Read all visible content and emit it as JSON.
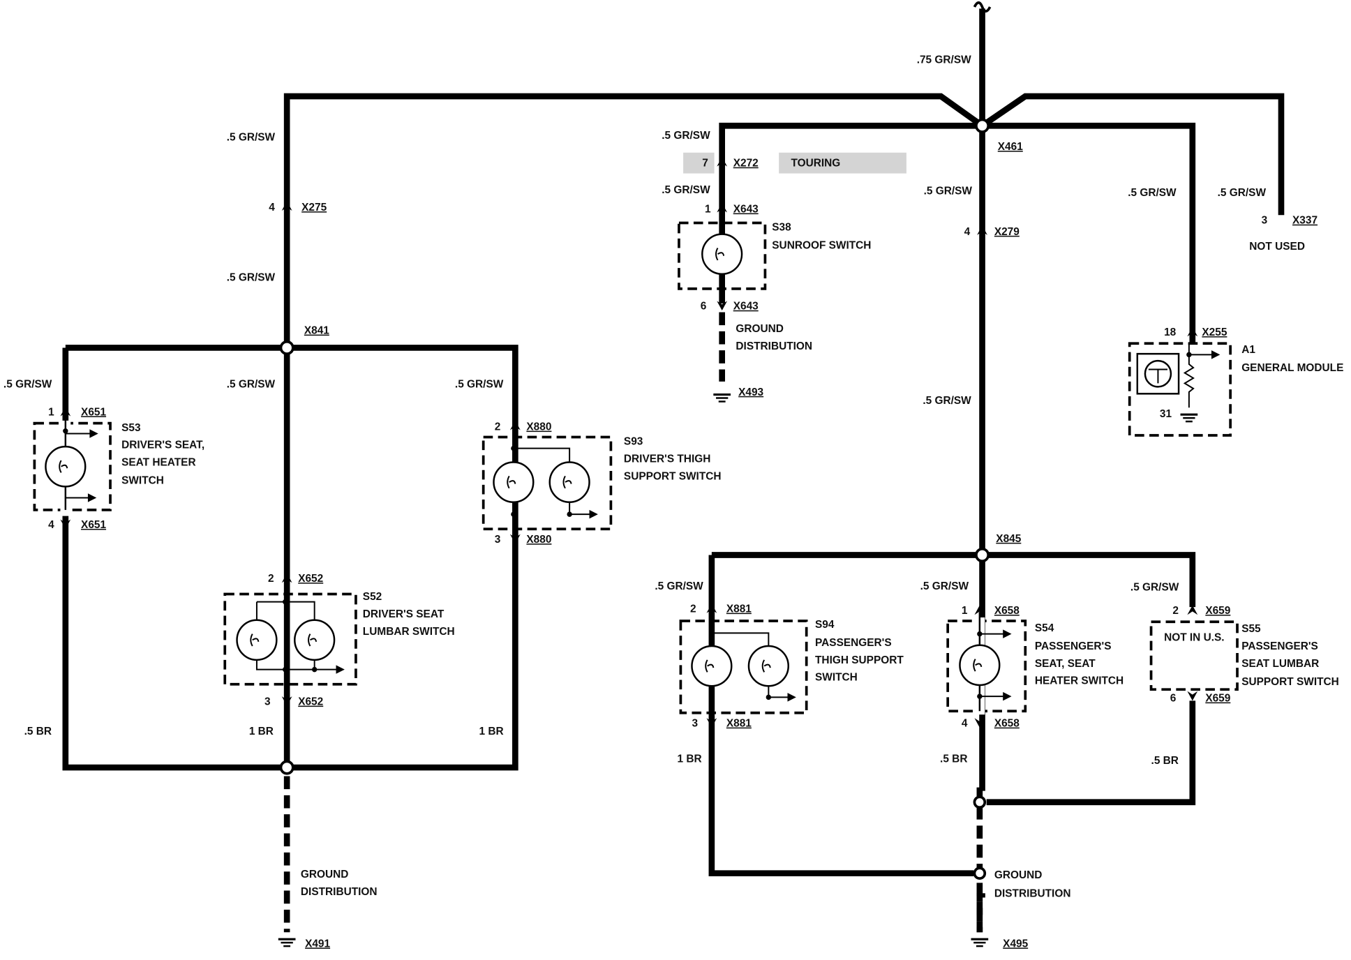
{
  "labels": {
    "top_wire": ".75 GR/SW",
    "x461": "X461",
    "x275_pin": "4",
    "x275": "X275",
    "wire_a1": ".5 GR/SW",
    "wire_a2": ".5 GR/SW",
    "x841": "X841",
    "wire_s53": ".5 GR/SW",
    "wire_s52": ".5 GR/SW",
    "wire_s93": ".5 GR/SW",
    "x651_top_pin": "1",
    "x651_top": "X651",
    "s53_id": "S53",
    "s53_l1": "DRIVER'S SEAT,",
    "s53_l2": "SEAT HEATER",
    "s53_l3": "SWITCH",
    "x651_bot_pin": "4",
    "x651_bot": "X651",
    "x880_top_pin": "2",
    "x880_top": "X880",
    "s93_id": "S93",
    "s93_l1": "DRIVER'S THIGH",
    "s93_l2": "SUPPORT SWITCH",
    "x880_bot_pin": "3",
    "x880_bot": "X880",
    "x652_top_pin": "2",
    "x652_top": "X652",
    "s52_id": "S52",
    "s52_l1": "DRIVER'S SEAT",
    "s52_l2": "LUMBAR SWITCH",
    "x652_bot_pin": "3",
    "x652_bot": "X652",
    "wire_br1": ".5 BR",
    "wire_br2": "1 BR",
    "wire_br3": "1 BR",
    "gd1_l1": "GROUND",
    "gd1_l2": "DISTRIBUTION",
    "x491": "X491",
    "wire_s38a": ".5 GR/SW",
    "x272_pin": "7",
    "x272": "X272",
    "touring": "TOURING",
    "wire_s38b": ".5 GR/SW",
    "x643_top_pin": "1",
    "x643_top": "X643",
    "s38_id": "S38",
    "s38_l1": "SUNROOF SWITCH",
    "x643_bot_pin": "6",
    "x643_bot": "X643",
    "gd2_l1": "GROUND",
    "gd2_l2": "DISTRIBUTION",
    "x493": "X493",
    "wire_center": ".5 GR/SW",
    "x279_pin": "4",
    "x279": "X279",
    "wire_center2": ".5 GR/SW",
    "wire_a1mod": ".5 GR/SW",
    "wire_x337": ".5 GR/SW",
    "x337_pin": "3",
    "x337": "X337",
    "not_used": "NOT USED",
    "x255_pin": "18",
    "x255": "X255",
    "a1_id": "A1",
    "a1_l1": "GENERAL MODULE",
    "a1_pin31": "31",
    "x845": "X845",
    "wire_s94": ".5 GR/SW",
    "wire_s54": ".5 GR/SW",
    "wire_s55": ".5 GR/SW",
    "x881_top_pin": "2",
    "x881_top": "X881",
    "s94_id": "S94",
    "s94_l1": "PASSENGER'S",
    "s94_l2": "THIGH SUPPORT",
    "s94_l3": "SWITCH",
    "x881_bot_pin": "3",
    "x881_bot": "X881",
    "x658_top_pin": "1",
    "x658_top": "X658",
    "s54_id": "S54",
    "s54_l1": "PASSENGER'S",
    "s54_l2": "SEAT, SEAT",
    "s54_l3": "HEATER SWITCH",
    "x658_bot_pin": "4",
    "x658_bot": "X658",
    "x659_top_pin": "2",
    "x659_top": "X659",
    "not_in_us": "NOT IN U.S.",
    "s55_id": "S55",
    "s55_l1": "PASSENGER'S",
    "s55_l2": "SEAT LUMBAR",
    "s55_l3": "SUPPORT SWITCH",
    "x659_bot_pin": "6",
    "x659_bot": "X659",
    "wire_br4": "1 BR",
    "wire_br5": ".5 BR",
    "wire_br6": ".5 BR",
    "gd3_l1": "GROUND",
    "gd3_l2": "DISTRIBUTION",
    "x495": "X495"
  }
}
